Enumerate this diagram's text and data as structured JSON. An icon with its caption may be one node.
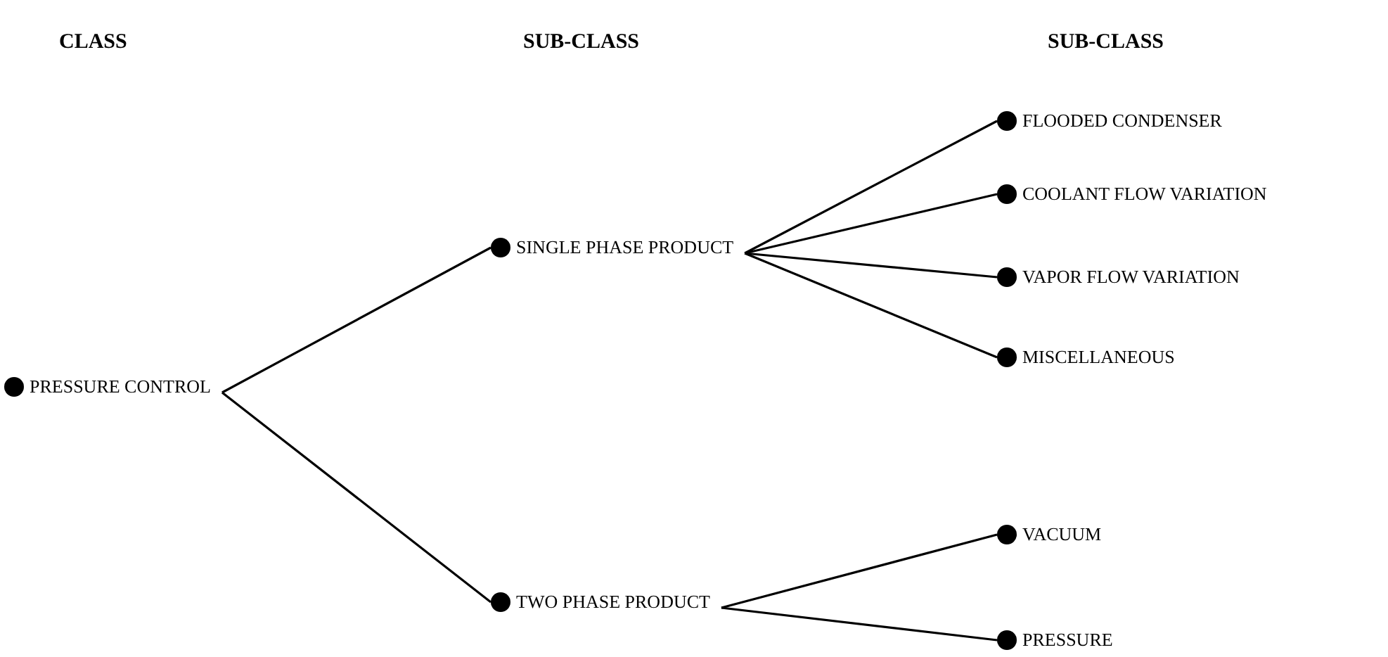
{
  "diagram": {
    "nodes": [
      {
        "text": [
          "PRESSURE CONTROL"
        ]
      },
      {
        "text": [
          "SINGLE PHASE PRODUCT"
        ]
      },
      {
        "text": [
          "TWO PHASE PRODUCT"
        ]
      },
      {
        "text": [
          "FLOODED CONDENSER"
        ]
      },
      {
        "text": [
          "COOLANT FLOW VARIATION"
        ]
      },
      {
        "text": [
          "VAPOR FLOW VARIATION"
        ]
      },
      {
        "text": [
          "MISCELLANEOUS"
        ]
      },
      {
        "text": [
          "VACUUM"
        ]
      },
      {
        "text": [
          "PRESSURE"
        ]
      }
    ],
    "edges": [
      {
        "from": 0,
        "to": 1,
        "arrow": "none"
      },
      {
        "from": 0,
        "to": 2,
        "arrow": "none"
      },
      {
        "from": 1,
        "to": 3,
        "arrow": "none"
      },
      {
        "from": 1,
        "to": 4,
        "arrow": "none"
      },
      {
        "from": 1,
        "to": 5,
        "arrow": "none"
      },
      {
        "from": 1,
        "to": 6,
        "arrow": "none"
      },
      {
        "from": 2,
        "to": 7,
        "arrow": "none"
      },
      {
        "from": 2,
        "to": 8,
        "arrow": "none"
      }
    ],
    "labels": [
      "CLASS",
      "SUB-CLASS",
      "SUB-CLASS"
    ]
  }
}
